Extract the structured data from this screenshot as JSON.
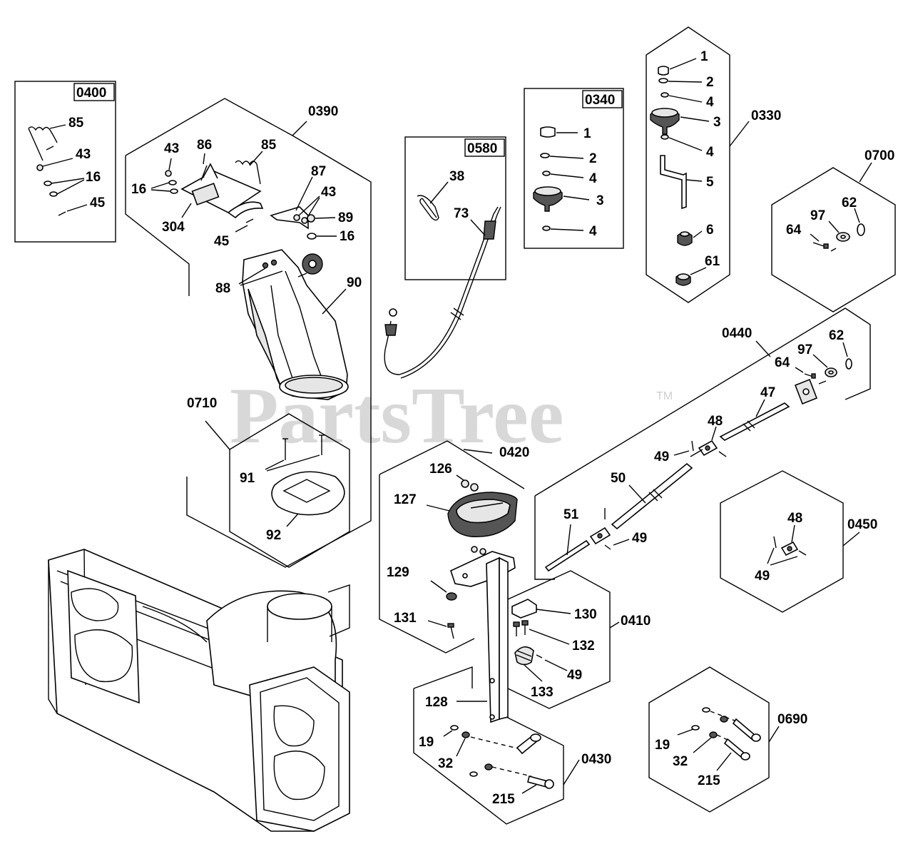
{
  "watermark": {
    "text": "PartsTree",
    "trademark": "TM"
  },
  "groups": {
    "g0400": "0400",
    "g0390": "0390",
    "g0580": "0580",
    "g0340": "0340",
    "g0330": "0330",
    "g0700": "0700",
    "g0440": "0440",
    "g0710": "0710",
    "g0420": "0420",
    "g0450": "0450",
    "g0410": "0410",
    "g0430": "0430",
    "g0690": "0690"
  },
  "labels": {
    "p0400": {
      "a": "85",
      "b": "43",
      "c": "16",
      "d": "45"
    },
    "p0390": {
      "a": "43",
      "b": "86",
      "c": "85",
      "d": "16",
      "e": "87",
      "f": "43",
      "g": "304",
      "h": "89",
      "i": "45",
      "j": "16",
      "k": "88",
      "l": "90"
    },
    "p0580": {
      "a": "38",
      "b": "73"
    },
    "p0340": {
      "a": "1",
      "b": "2",
      "c": "4",
      "d": "3",
      "e": "4"
    },
    "p0330": {
      "a": "1",
      "b": "2",
      "c": "4",
      "d": "3",
      "e": "4",
      "f": "5",
      "g": "6",
      "h": "61"
    },
    "p0700": {
      "a": "62",
      "b": "97",
      "c": "64"
    },
    "p0440": {
      "a": "62",
      "b": "97",
      "c": "64",
      "d": "47",
      "e": "48",
      "f": "49",
      "g": "50",
      "h": "51",
      "i": "49"
    },
    "p0710": {
      "a": "91",
      "b": "92"
    },
    "p0420": {
      "a": "126",
      "b": "127",
      "c": "129",
      "d": "131"
    },
    "p0450": {
      "a": "48",
      "b": "49"
    },
    "p0410": {
      "a": "130",
      "b": "132",
      "c": "49",
      "d": "133"
    },
    "p0430": {
      "a": "128",
      "b": "19",
      "c": "32",
      "d": "215"
    },
    "p0690": {
      "a": "19",
      "b": "32",
      "c": "215"
    }
  }
}
